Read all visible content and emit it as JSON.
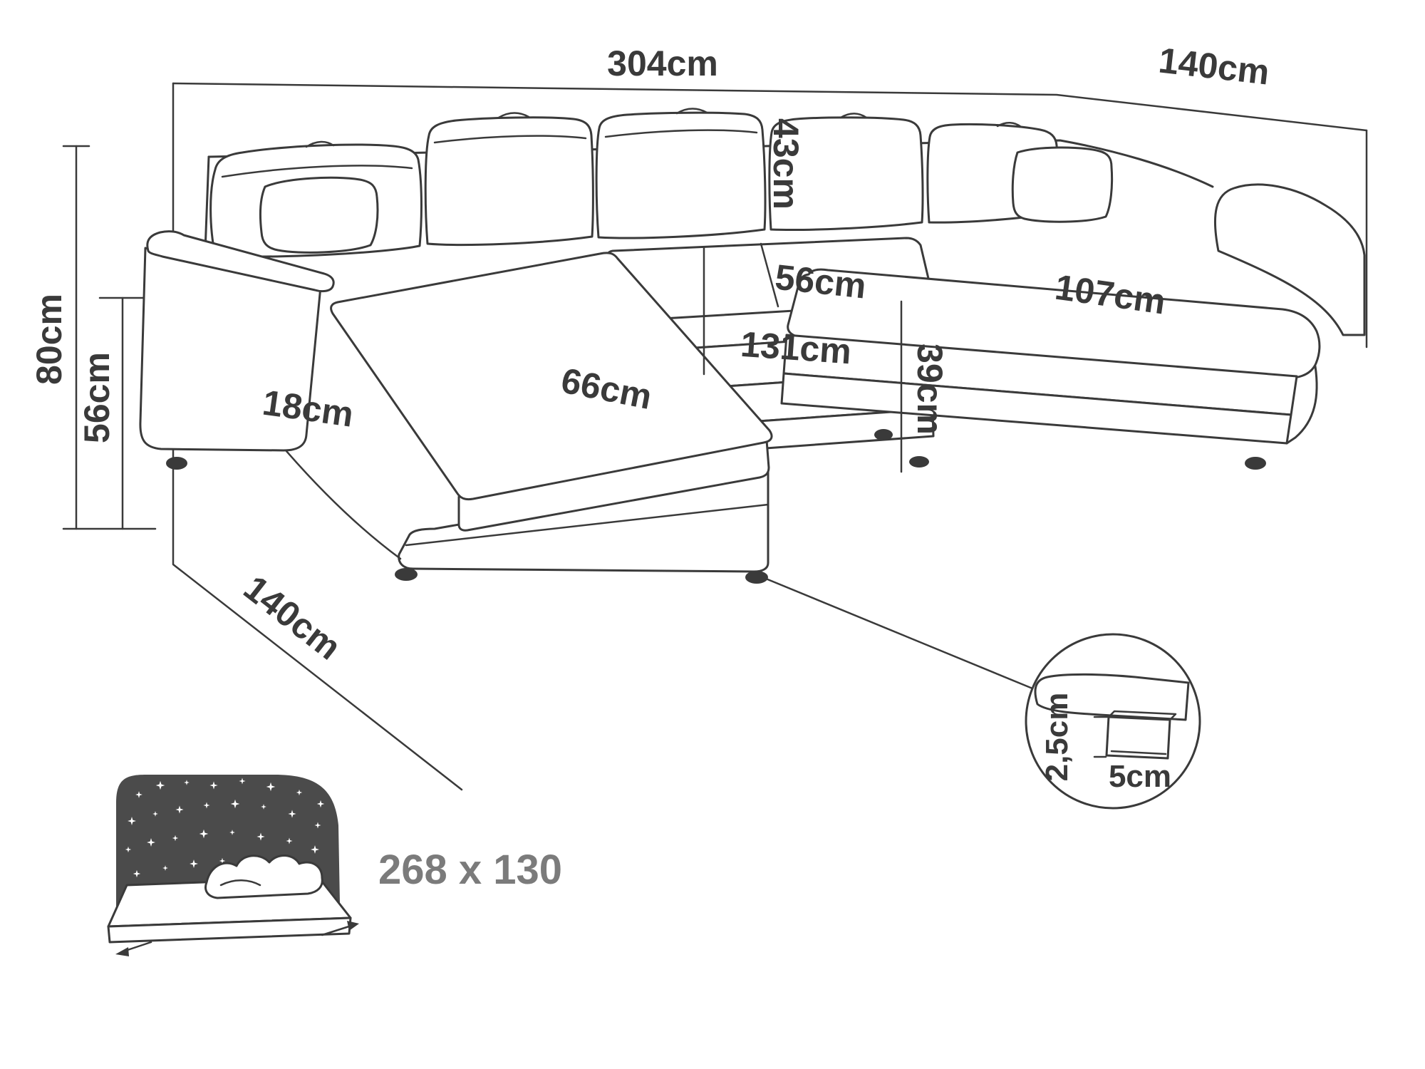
{
  "diagram": {
    "labels": {
      "top_width": "304cm",
      "top_right_depth": "140cm",
      "overall_height": "80cm",
      "armrest_height": "56cm",
      "armrest_width": "18cm",
      "left_seat_width": "66cm",
      "middle_seat_width": "131cm",
      "back_cushion_width": "56cm",
      "back_cushion_height": "43cm",
      "seat_front_height": "39cm",
      "right_seat_width": "107cm",
      "left_depth": "140cm",
      "leg_height": "2,5cm",
      "leg_width": "5cm",
      "sleeping_area": "268 x 130"
    },
    "icons": {
      "stars": "four-point-star",
      "arrows": "unfold-direction-arrow"
    },
    "colors": {
      "line": "#3a3a3a",
      "text": "#3a3a3a",
      "muted_text": "#7b7b7b",
      "icon_background": "#4b4b4b",
      "background": "#ffffff"
    }
  }
}
